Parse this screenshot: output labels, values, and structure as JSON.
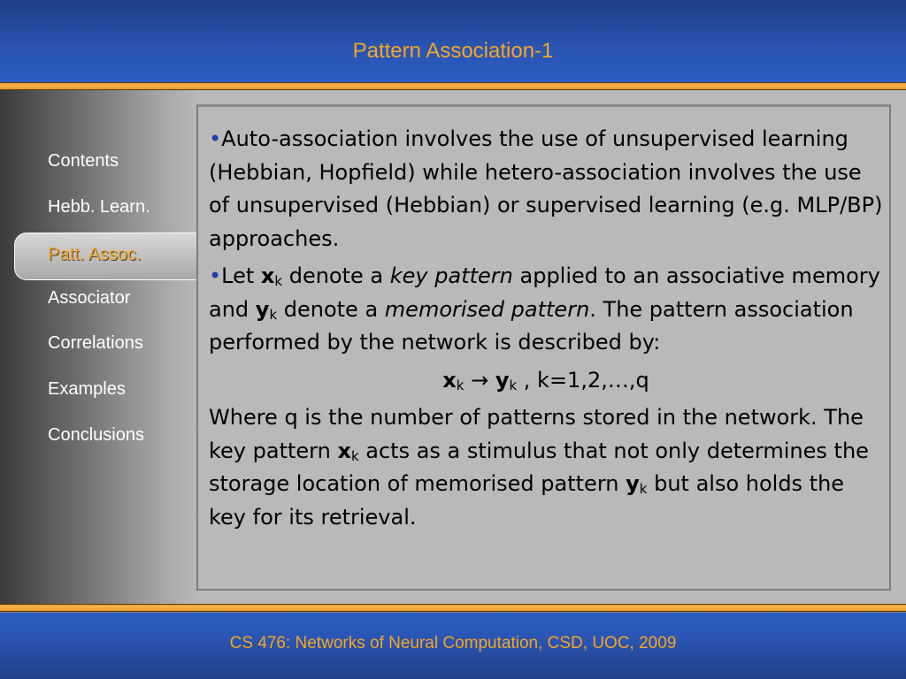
{
  "header": {
    "title": "Pattern Association-1"
  },
  "nav": {
    "items": [
      {
        "label": "Contents",
        "active": false
      },
      {
        "label": "Hebb. Learn.",
        "active": false
      },
      {
        "label": "Patt. Assoc.",
        "active": true
      },
      {
        "label": "Associator",
        "active": false
      },
      {
        "label": "Correlations",
        "active": false
      },
      {
        "label": "Examples",
        "active": false
      },
      {
        "label": "Conclusions",
        "active": false
      }
    ]
  },
  "content": {
    "bullet_char": "•",
    "p1": "Auto-association involves the use of unsupervised learning (Hebbian, Hopfield) while hetero-association involves the use of unsupervised (Hebbian) or supervised learning (e.g. MLP/BP) approaches.",
    "p2": {
      "t1": "Let ",
      "x": "x",
      "sub_k": "k",
      "t2": " denote a ",
      "key_pattern": "key pattern",
      "t3": " applied to an associative memory and ",
      "y": "y",
      "t4": " denote a ",
      "memorised_pattern": "memorised pattern",
      "t5": ". The pattern association performed by the network is described by:"
    },
    "formula": {
      "x": "x",
      "sub_k": "k",
      "arrow": " → ",
      "y": "y",
      "rest": " ,   k=1,2,…,q"
    },
    "p3": {
      "t1": "Where q is the number of patterns stored in the network. The key pattern ",
      "x": "x",
      "sub_k": "k",
      "t2": " acts as a stimulus that not only determines the storage location of memorised pattern ",
      "y": "y",
      "t3": " but also holds the key for its retrieval."
    }
  },
  "footer": {
    "text": "CS 476: Networks of Neural Computation, CSD, UOC, 2009"
  },
  "colors": {
    "accent": "#f5a623",
    "header_blue": "#2a55b3",
    "bullet": "#1f3fa8"
  }
}
